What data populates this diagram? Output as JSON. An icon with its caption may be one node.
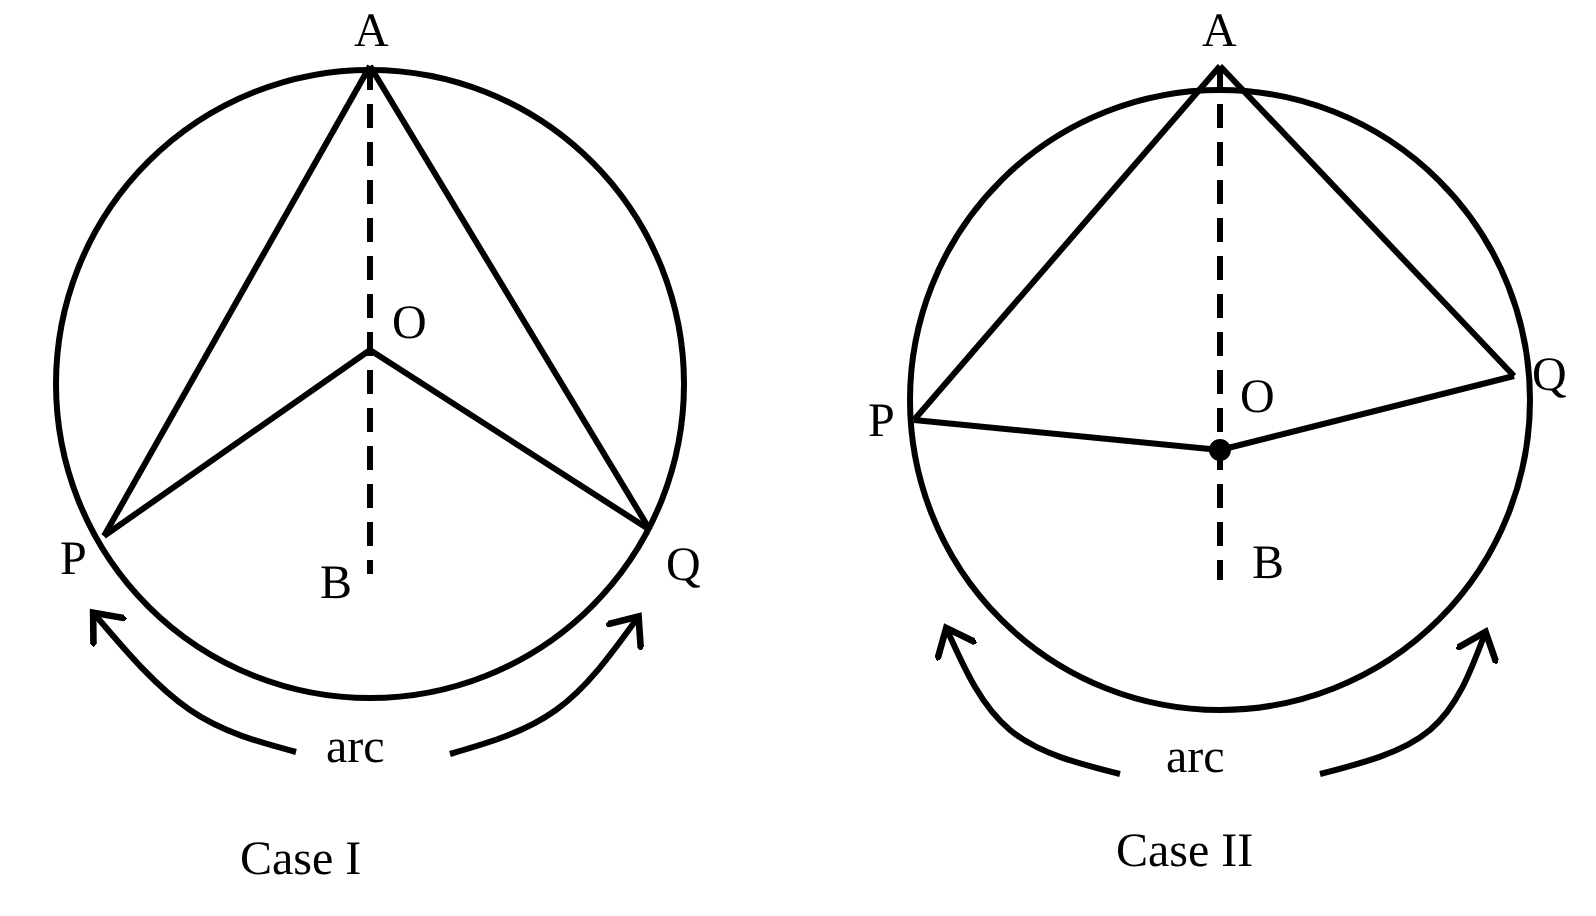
{
  "diagram": {
    "labels": [
      "A",
      "O",
      "P",
      "Q",
      "B",
      "arc",
      "Case I",
      "A",
      "O",
      "P",
      "Q",
      "B",
      "arc",
      "Case II"
    ]
  }
}
